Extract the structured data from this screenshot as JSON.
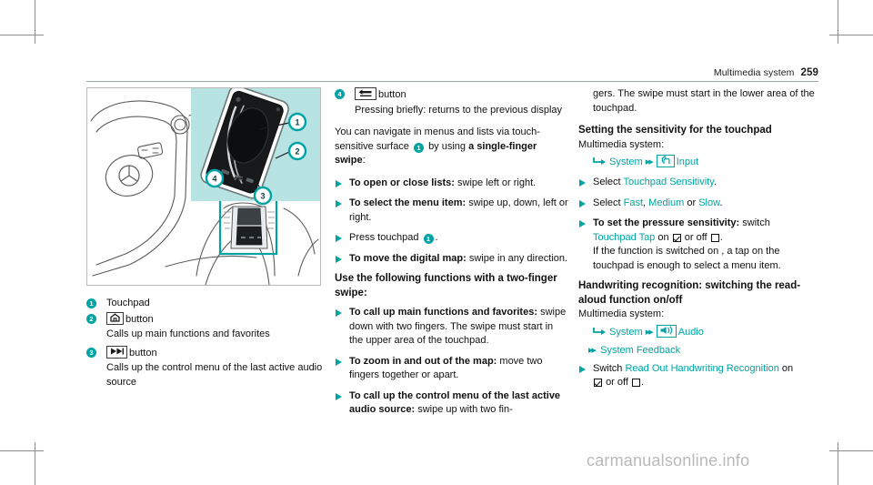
{
  "header": {
    "title": "Multimedia system",
    "page_number": "259"
  },
  "figure": {
    "caption_alt": "Steering wheel and center console with touchpad, inset detail of touchpad with callouts 1 to 4"
  },
  "colors": {
    "accent_teal": "#00a3a3",
    "pale_teal": "#d6f3f3",
    "figure_panel": "#b7e3e3",
    "rule_gray": "#9aa7a7",
    "watermark_gray": "#b9b9b9"
  },
  "legend": [
    {
      "number": "1",
      "label": "Touchpad",
      "icon": null,
      "sub": null
    },
    {
      "number": "2",
      "label": "button",
      "icon": "home-icon",
      "sub": "Calls up main functions and favorites"
    },
    {
      "number": "3",
      "label": "button",
      "icon": "skip-forward-icon",
      "sub": "Calls up the control menu of the last active audio source"
    }
  ],
  "middle_column": {
    "item4": {
      "number": "4",
      "icon": "back-arrow-icon",
      "label": "button",
      "sub": "Pressing briefly: returns to the previous display"
    },
    "intro_pre": "You can navigate in menus and lists via touch-sensitive surface",
    "intro_badge": "1",
    "intro_mid": "by using",
    "intro_bold": "a single-finger swipe",
    "intro_post": ":",
    "single_finger_items": [
      {
        "bold": "To open or close lists:",
        "rest": "swipe left or right."
      },
      {
        "bold": "To select the menu item:",
        "rest": "swipe up, down, left or right."
      },
      {
        "bold": "",
        "rest": "Press touchpad",
        "badge": "1",
        "tail": "."
      },
      {
        "bold": "To move the digital map:",
        "rest": "swipe in any direction."
      }
    ],
    "two_finger_heading": "Use the following functions with a two-finger swipe:",
    "two_finger_items": [
      {
        "bold": "To call up main functions and favorites:",
        "rest": "swipe down with two fingers. The swipe must start in the upper area of the touchpad."
      },
      {
        "bold": "To zoom in and out of the map:",
        "rest": "move two fingers together or apart."
      },
      {
        "bold": "To call up the control menu of the last active audio source:",
        "rest": "swipe up with two fin-"
      }
    ]
  },
  "right_column": {
    "continuation": "gers. The swipe must start in the lower area of the touchpad.",
    "section1": {
      "heading": "Setting the sensitivity for the touchpad",
      "subhead": "Multimedia system:",
      "path": {
        "first": "System",
        "icon": "hand-input-icon",
        "second": "Input"
      },
      "items": [
        {
          "pre": "Select",
          "link": "Touchpad Sensitivity",
          "post": "."
        },
        {
          "pre": "Select",
          "link": "Fast",
          "link2": "Medium",
          "mid": "or",
          "link3": "Slow",
          "post": ".",
          "comma": ","
        },
        {
          "bold": "To set the pressure sensitivity:",
          "rest": "switch",
          "link": "Touchpad Tap",
          "on_label": "on",
          "or_label": "or off",
          "tail": "."
        }
      ],
      "note": "If the function is switched on , a tap on the touchpad is enough to select a menu item."
    },
    "section2": {
      "heading": "Handwriting recognition: switching the read-aloud function on/off",
      "subhead": "Multimedia system:",
      "path": {
        "first": "System",
        "icon": "audio-speaker-icon",
        "second": "Audio"
      },
      "path_sub": "System Feedback",
      "item": {
        "pre": "Switch",
        "link": "Read Out Handwriting Recognition",
        "on_label": "on",
        "or_label": "or off",
        "tail": "."
      }
    }
  },
  "watermark": {
    "text": "carmanualsonline.info"
  }
}
